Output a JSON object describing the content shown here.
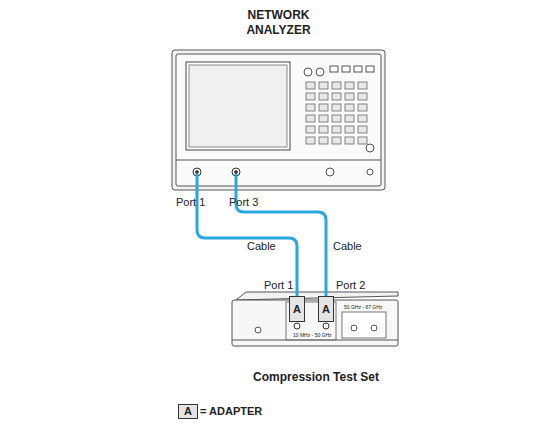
{
  "diagram": {
    "nodes": [
      {
        "text": [
          "NETWORK ANALYZER"
        ]
      },
      {
        "text": [
          "Compression Test Set"
        ]
      },
      {
        "text": [
          "A"
        ],
        "in": 1
      },
      {
        "text": [
          "A"
        ],
        "in": 1
      }
    ],
    "edges": [
      {
        "from": 0,
        "to": 2,
        "arrow": "none",
        "label": "Cable"
      },
      {
        "from": 0,
        "to": 3,
        "arrow": "none",
        "label": "Cable"
      }
    ],
    "labels": [
      "Port 1",
      "Port 3",
      "Port 1",
      "Port 2",
      "10 MHz - 50 GHz",
      "50 GHz - 67 GHz",
      "A"
    ],
    "legend": [
      {
        "text": "= ADAPTER"
      }
    ]
  }
}
